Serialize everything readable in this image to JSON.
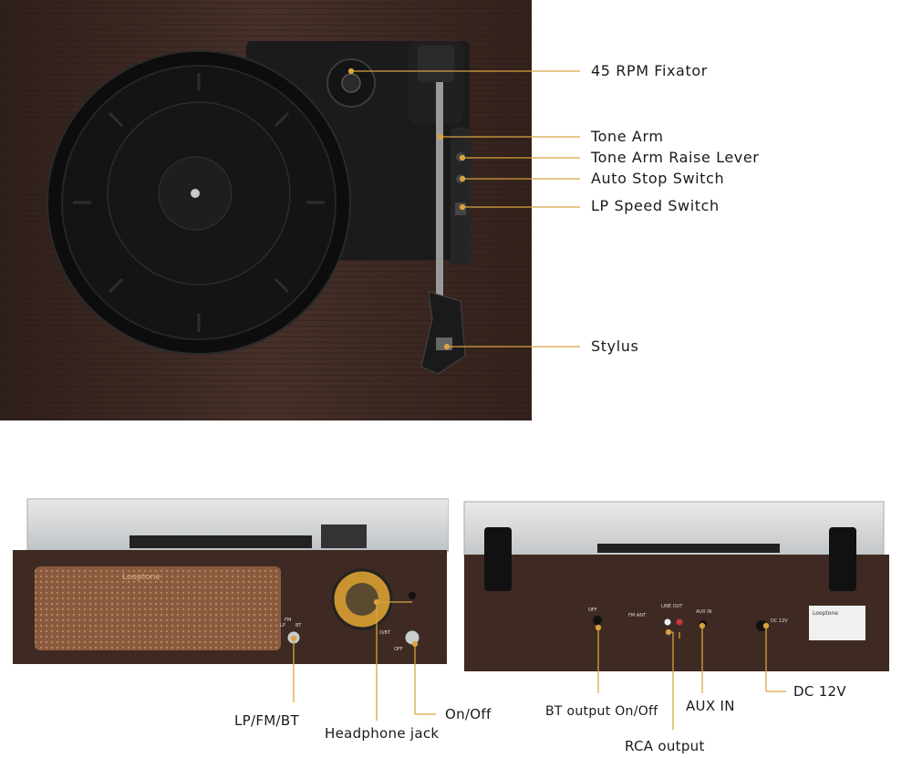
{
  "top_labels": {
    "fixator": "45 RPM Fixator",
    "tone_arm": "Tone Arm",
    "raise_lever": "Tone Arm Raise Lever",
    "auto_stop": "Auto Stop Switch",
    "lp_speed": "LP Speed Switch",
    "stylus": "Stylus"
  },
  "front_labels": {
    "mode": "LP/FM/BT",
    "headphone": "Headphone jack",
    "power": "On/Off"
  },
  "back_labels": {
    "bt_output": "BT output On/Off",
    "rca": "RCA output",
    "aux": "AUX IN",
    "dc": "DC 12V"
  },
  "device_text": {
    "brand": "Looptone",
    "fm": "FM",
    "lp": "LP",
    "bt": "BT",
    "ob": "O/BT",
    "off": "OFF",
    "line_out": "LINE OUT",
    "aux_in": "AUX IN",
    "fm_ant": "FM ANT",
    "dc12": "DC 12V",
    "off_back": "OFF"
  },
  "colors": {
    "wood": "#3b2620",
    "callout": "#d9a341",
    "platter": "#111111"
  }
}
